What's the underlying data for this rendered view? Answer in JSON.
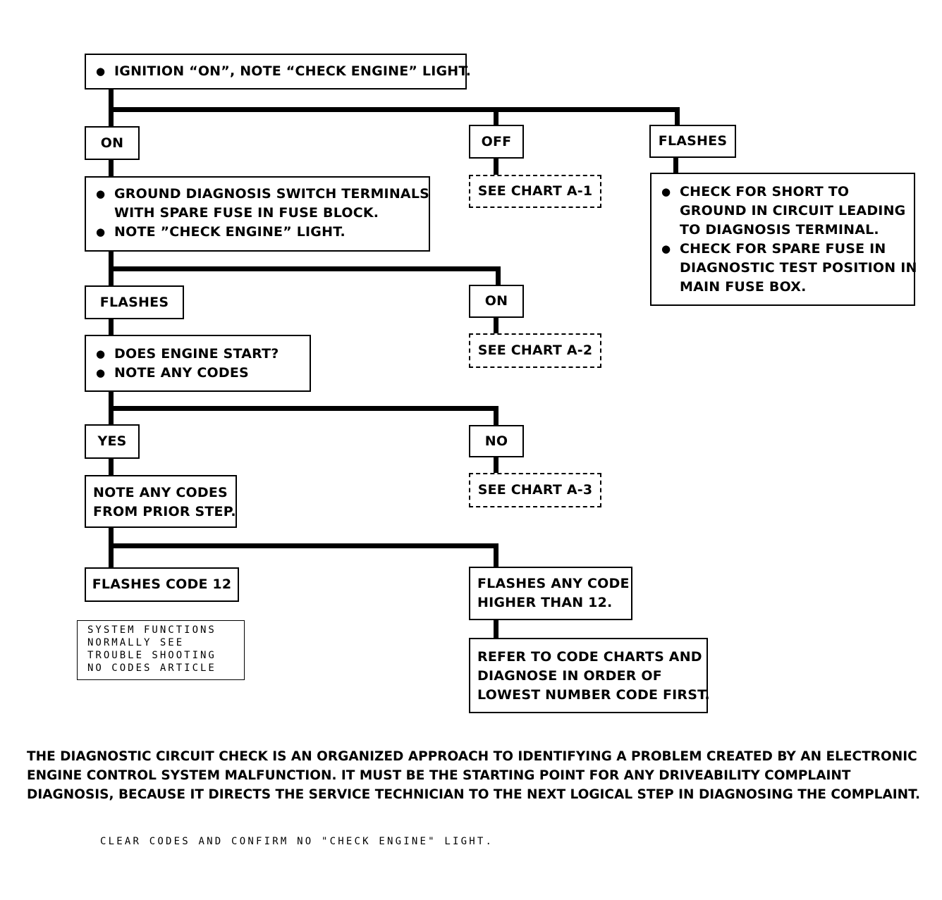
{
  "chart": {
    "start": {
      "bullets": [
        "IGNITION “ON”, NOTE “CHECK ENGINE” LIGHT."
      ]
    },
    "branch1": {
      "on": "ON",
      "off": "OFF",
      "flashes": "FLASHES"
    },
    "see_a1": "SEE CHART A-1",
    "short_check": {
      "bullet1": [
        "CHECK FOR SHORT TO",
        "GROUND IN CIRCUIT LEADING",
        "TO DIAGNOSIS TERMINAL."
      ],
      "bullet2": [
        "CHECK FOR SPARE FUSE IN",
        "DIAGNOSTIC TEST POSITION IN",
        "MAIN FUSE BOX."
      ]
    },
    "ground_step": {
      "bullet1": [
        "GROUND DIAGNOSIS SWITCH TERMINALS",
        "WITH SPARE FUSE IN FUSE BLOCK."
      ],
      "bullet2": [
        "NOTE ”CHECK ENGINE” LIGHT."
      ]
    },
    "branch2": {
      "flashes": "FLASHES",
      "on": "ON"
    },
    "see_a2": "SEE CHART A-2",
    "start_step": {
      "bullets": [
        "DOES ENGINE START?",
        "NOTE ANY CODES"
      ]
    },
    "branch3": {
      "yes": "YES",
      "no": "NO"
    },
    "see_a3": "SEE CHART A-3",
    "note_codes": [
      "NOTE ANY CODES",
      "FROM PRIOR STEP."
    ],
    "branch4": {
      "code12": "FLASHES CODE 12",
      "higher": [
        "FLASHES ANY CODE",
        "HIGHER THAN 12."
      ]
    },
    "system_ok": [
      "SYSTEM FUNCTIONS",
      "NORMALLY SEE",
      "TROUBLE SHOOTING",
      "NO CODES ARTICLE"
    ],
    "refer": [
      "REFER TO CODE CHARTS AND",
      "DIAGNOSE IN ORDER OF",
      "LOWEST NUMBER CODE FIRST."
    ]
  },
  "description": [
    "THE DIAGNOSTIC CIRCUIT CHECK IS AN ORGANIZED APPROACH TO IDENTIFYING A PROBLEM CREATED BY AN ELECTRONIC",
    "ENGINE CONTROL SYSTEM MALFUNCTION.  IT MUST BE THE STARTING POINT FOR ANY DRIVEABILITY COMPLAINT",
    "DIAGNOSIS, BECAUSE IT DIRECTS THE SERVICE TECHNICIAN TO THE NEXT LOGICAL STEP IN DIAGNOSING THE COMPLAINT."
  ],
  "footer": "CLEAR CODES AND CONFIRM NO \"CHECK ENGINE\" LIGHT."
}
